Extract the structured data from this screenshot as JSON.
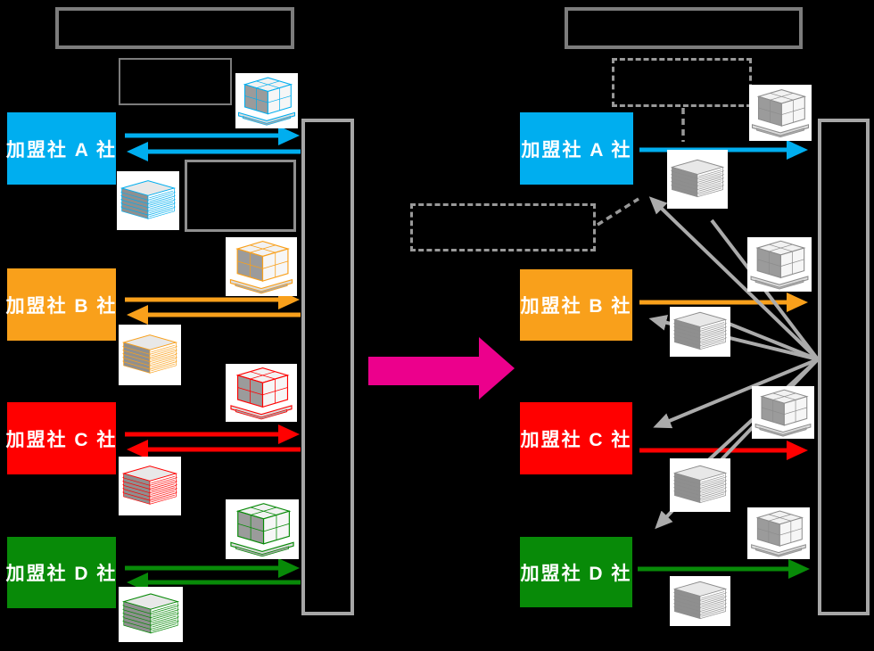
{
  "diagram": {
    "type": "logistics-pallet-flow-comparison",
    "background_color": "#000000",
    "left_scheme": {
      "title_box_text": "",
      "note_box_1_text": "",
      "note_box_2_text": "",
      "hub_box_text": ""
    },
    "right_scheme": {
      "title_box_text": "",
      "dashed_note_top_text": "",
      "dashed_note_mid_text": "",
      "hub_box_text": ""
    },
    "companies": [
      {
        "name": "加盟社 A 社",
        "color": "#00AEEF"
      },
      {
        "name": "加盟社 B 社",
        "color": "#F9A01B"
      },
      {
        "name": "加盟社 C 社",
        "color": "#FF0000"
      },
      {
        "name": "加盟社 D 社",
        "color": "#088A08"
      }
    ],
    "transition_arrow_color": "#EC008C",
    "gray_return_line_color": "#ABABAB",
    "dashed_line_color": "#999999",
    "icon_legend": {
      "pallet_box": "loaded-pallet-icon",
      "pallet_stack": "empty-pallet-stack-icon"
    }
  }
}
